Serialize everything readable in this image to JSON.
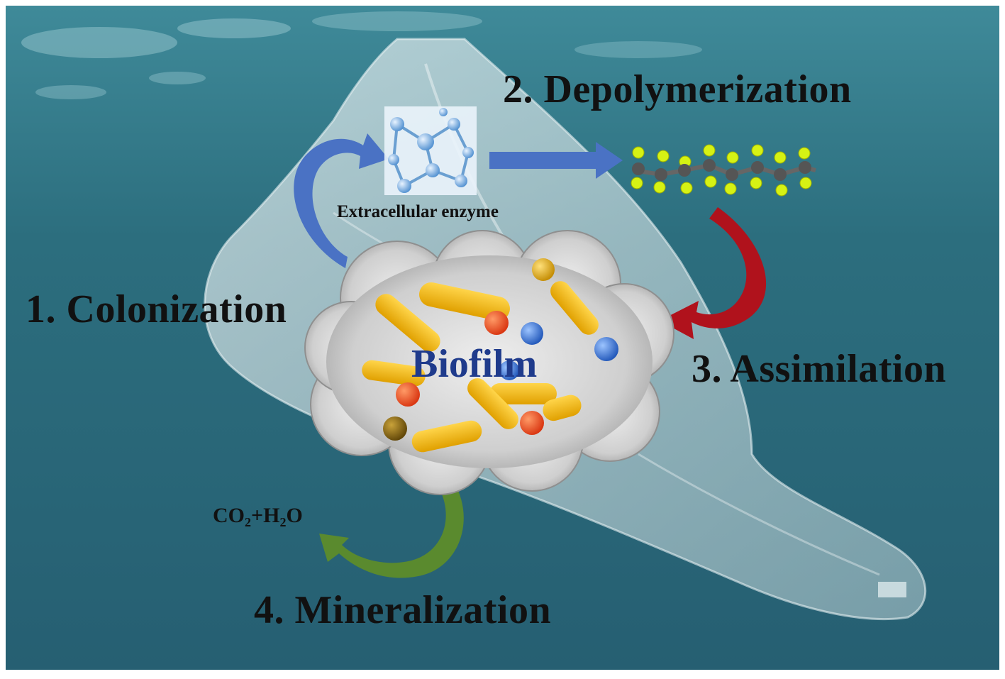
{
  "steps": {
    "colonization": "1. Colonization",
    "depolymerization": "2. Depolymerization",
    "assimilation": "3. Assimilation",
    "mineralization": "4. Mineralization"
  },
  "labels": {
    "enzyme": "Extracellular enzyme",
    "biofilm": "Biofilm",
    "product_co": "CO",
    "product_sub1": "2",
    "product_plus": "+H",
    "product_sub2": "2",
    "product_o": "O"
  },
  "colors": {
    "arrow_colonization": "#4a72c4",
    "arrow_depolymerization": "#4a72c4",
    "arrow_assimilation": "#b0121c",
    "arrow_mineralization": "#5a8a2e",
    "biofilm_text": "#1f3b8c",
    "cell_rod": "#f1b400",
    "cell_red": "#e5471d",
    "cell_blue": "#2f6bd0",
    "cell_brown": "#8a6a10",
    "water": "#2f6e7d"
  },
  "icons": {
    "enzyme": "enzyme-molecule-icon",
    "polymer": "polymer-chain-icon",
    "bag": "plastic-bag-image"
  }
}
